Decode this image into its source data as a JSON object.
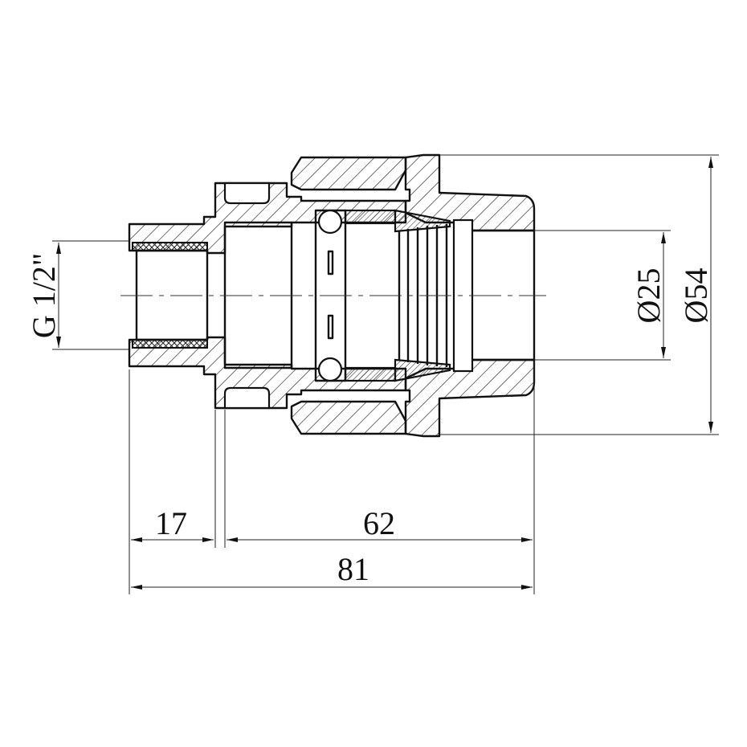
{
  "drawing": {
    "title": "Compression fitting with male thread – section view",
    "dimensions": {
      "thread": "G 1/2\"",
      "inner_diameter": "Ø25",
      "outer_diameter": "Ø54",
      "thread_length": "17",
      "body_length": "62",
      "total_length": "81"
    }
  }
}
